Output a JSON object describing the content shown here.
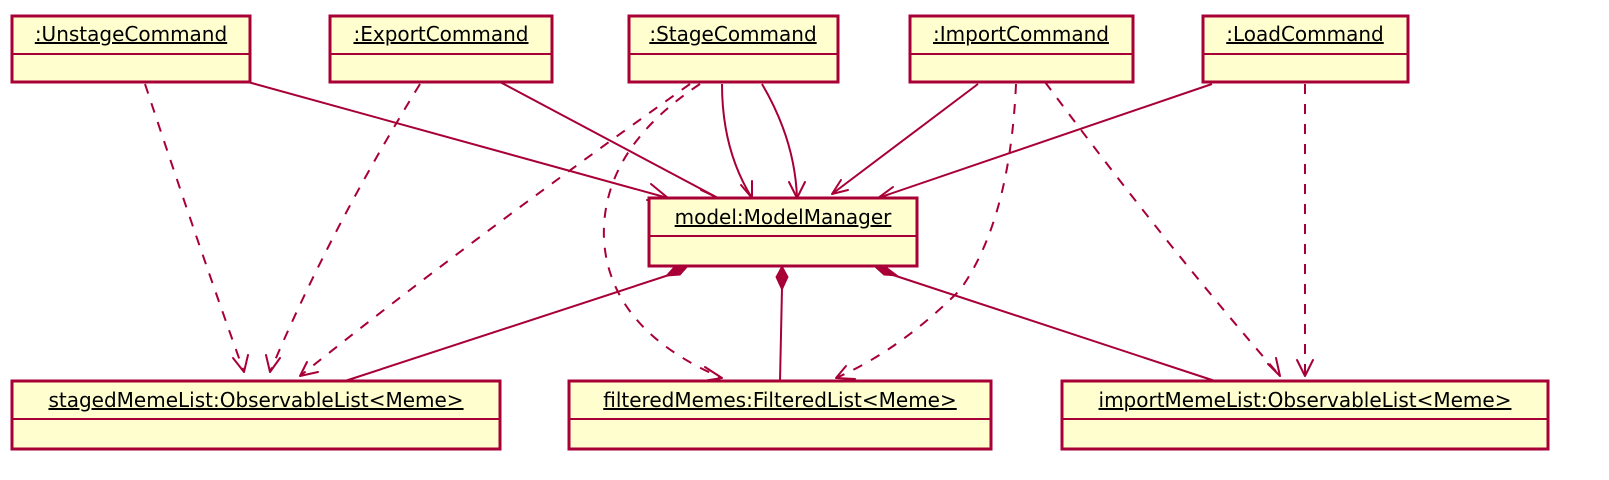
{
  "objects": {
    "unstage_command": ":UnstageCommand",
    "export_command": ":ExportCommand",
    "stage_command": ":StageCommand",
    "import_command": ":ImportCommand",
    "load_command": ":LoadCommand",
    "model_manager": "model:ModelManager",
    "staged_meme_list": "stagedMemeList:ObservableList<Meme>",
    "filtered_memes": "filteredMemes:FilteredList<Meme>",
    "import_meme_list": "importMemeList:ObservableList<Meme>"
  },
  "colors": {
    "stroke": "#A80036",
    "fill": "#FEFECE"
  }
}
